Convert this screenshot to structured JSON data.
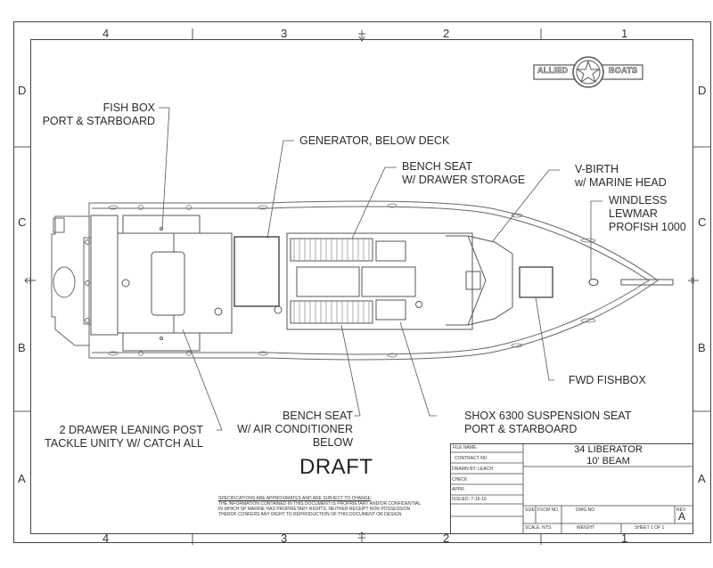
{
  "sheet": {
    "columns_top": [
      "4",
      "3",
      "2",
      "1"
    ],
    "columns_bottom": [
      "4",
      "3",
      "2",
      "1"
    ],
    "rows_left": [
      "D",
      "C",
      "B",
      "A"
    ],
    "rows_right": [
      "D",
      "C",
      "B",
      "A"
    ]
  },
  "logo": {
    "left": "ALLIED",
    "right": "BOATS",
    "icon": "star-emblem-icon"
  },
  "callouts": {
    "fish_box": [
      "FISH BOX",
      "PORT & STARBOARD"
    ],
    "generator": "GENERATOR, BELOW DECK",
    "bench_drawer": [
      "BENCH SEAT",
      "W/ DRAWER STORAGE"
    ],
    "vbirth": [
      "V-BIRTH",
      "w/ MARINE HEAD"
    ],
    "windless": [
      "WINDLESS",
      "LEWMAR",
      "PROFISH 1000"
    ],
    "fwd_fishbox": "FWD FISHBOX",
    "shox": [
      "SHOX 6300 SUSPENSION SEAT",
      "PORT & STARBOARD"
    ],
    "bench_ac": [
      "BENCH SEAT",
      "W/ AIR CONDITIONER",
      "BELOW"
    ],
    "leaning_post": [
      "2 DRAWER LEANING POST",
      "TACKLE UNITY W/ CATCH ALL"
    ]
  },
  "stamp": "DRAFT",
  "disclaimer": {
    "heading": "SPECIFICATIONS ARE APPROXIMATES AND ARE SUBJECT TO CHANGE",
    "lines": [
      "THE INFORMATION CONTAINED IN THIS DOCUMENT IS PROPRIETARY AND/OR CONFIDENTIAL",
      "IN WHICH SP MARINE HAS PROPRIETARY RIGHTS. NEITHER RECEIPT NOR POSSESSION",
      "THEROF CONFERS ANY RIGHT TO REPRODUCTION OF THIS DOCUMENT OR DESIGN."
    ]
  },
  "title_block": {
    "file_name": "FILE NAME:",
    "contract_no": "CONTRACT NO",
    "drawn_by": "DRAWN BY: LEACH",
    "check": "CHECK",
    "appr": "APPR.",
    "issued": "ISSUED: 7-16-19",
    "title_line1": "34 LIBERATOR",
    "title_line2": "10'  BEAM",
    "size": "SIZE",
    "fscm_no": "FSCM NO",
    "dwg_no": "DWG NO",
    "rev_label": "REV",
    "rev": "A",
    "scale": "SCALE: NTS",
    "weight": "WEIGHT",
    "sheet": "SHEET 1 OF 1"
  }
}
